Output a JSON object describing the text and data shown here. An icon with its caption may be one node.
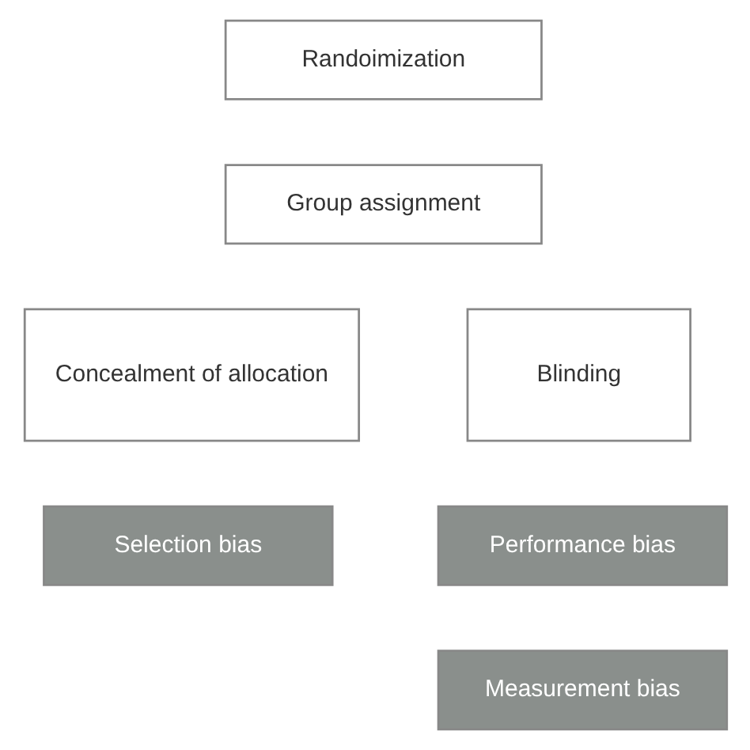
{
  "diagram": {
    "nodes": [
      {
        "text": [
          "Randoimization"
        ]
      },
      {
        "text": [
          "Group assignment"
        ]
      },
      {
        "text": [
          "Concealment of allocation"
        ]
      },
      {
        "text": [
          "Selection bias"
        ]
      },
      {
        "text": [
          "Blinding"
        ]
      },
      {
        "text": [
          "Performance bias"
        ]
      },
      {
        "text": [
          "Measurement bias"
        ]
      }
    ]
  }
}
